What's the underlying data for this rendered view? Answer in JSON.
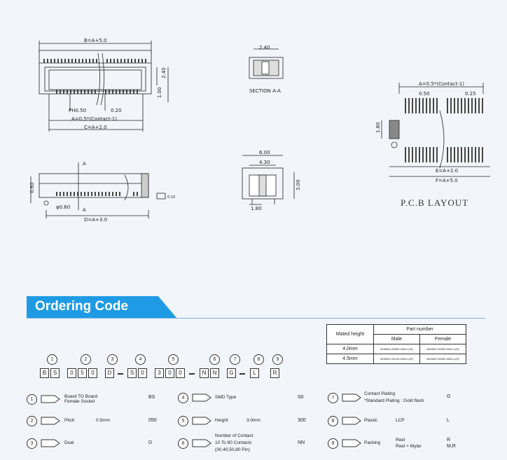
{
  "drawings": {
    "top_view": {
      "dim_b": "B=A+5.0",
      "dim_2_40": "2.40",
      "dim_1_00": "1.00",
      "dim_ph": "PH0.50",
      "dim_0_20": "0.20",
      "dim_a": "A=0.5*(Contact-1)",
      "dim_c": "C=A+2.0"
    },
    "section": {
      "dim_2_40": "2.40",
      "label": "SECTION A-A"
    },
    "pcb": {
      "dim_a": "A=0.5*(Contact-1)",
      "dim_0_50": "0.50",
      "dim_0_25": "0.25",
      "dim_1_80": "1.80",
      "dim_e": "E=A+2.0",
      "dim_f": "F=A+5.0",
      "title": "P.C.B  LAYOUT"
    },
    "side_view": {
      "section_mark": "A",
      "dim_0_60": "0.60",
      "dim_phi": "φ0.60",
      "dim_d": "D=A+3.0",
      "flat": "0.10"
    },
    "end_view": {
      "dim_6_00": "6.00",
      "dim_4_30": "4.30",
      "dim_3_00": "3.00",
      "dim_1_80": "1.80"
    }
  },
  "ordering": {
    "title": "Ordering Code",
    "table": {
      "header_mated": "Mated height",
      "header_part": "Part number",
      "header_male": "Male",
      "header_female": "Female",
      "rows": [
        {
          "height": "4.0mm",
          "male": "BH0500-S0095-NNG-L(R)",
          "female": "BS0500-S0000-NNG-L(R)"
        },
        {
          "height": "4.5mm",
          "male": "BH0500-S0145-NNG-L(R)",
          "female": "BS0500-S0000-NNG-L(R)"
        }
      ]
    },
    "code_numbers": [
      "1",
      "2",
      "3",
      "4",
      "5",
      "6",
      "7",
      "8",
      "9"
    ],
    "code_chars": [
      "B",
      "S",
      "0",
      "5",
      "0",
      "D",
      "S",
      "0",
      "3",
      "0",
      "0",
      "N",
      "N",
      "G",
      "L",
      "R"
    ],
    "legend": [
      {
        "num": "1",
        "label": "Board TO Board\nFemale Socket",
        "value": "",
        "code": "BS"
      },
      {
        "num": "2",
        "label": "Pitch",
        "value": "0.5mm",
        "code": "050"
      },
      {
        "num": "3",
        "label": "Dual",
        "value": "",
        "code": "D"
      },
      {
        "num": "4",
        "label": "SMD Type",
        "value": "",
        "code": "S0"
      },
      {
        "num": "5",
        "label": "Height",
        "value": "3.0mm",
        "code": "300"
      },
      {
        "num": "6",
        "label": "Number of Contact\n10 To 80 Contacts\n(30,40,50,80 Pin)",
        "value": "",
        "code": "NN"
      },
      {
        "num": "7",
        "label": "Contact Plating\n*Standard Plating : Gold flash",
        "value": "",
        "code": "G"
      },
      {
        "num": "8",
        "label": "Plastic",
        "value": "LCP",
        "code": "L"
      },
      {
        "num": "9",
        "label": "Packing",
        "value": "Reel\nReel + Mylar",
        "code": "R\nM,R"
      }
    ]
  }
}
